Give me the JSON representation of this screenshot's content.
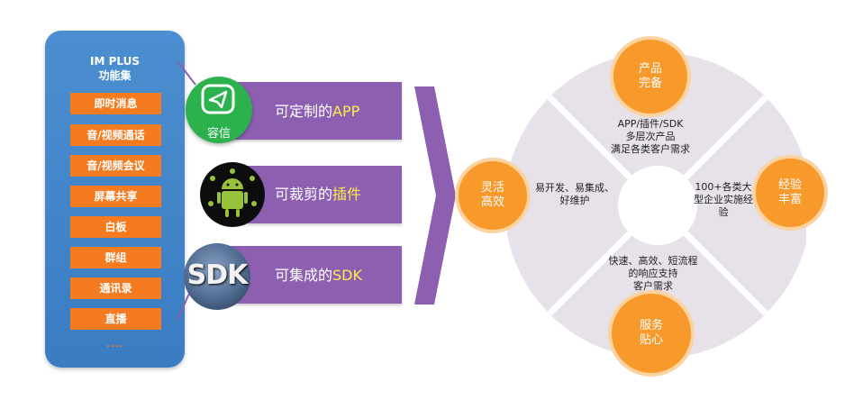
{
  "panel": {
    "title_line1": "IM PLUS",
    "title_line2": "功能集",
    "features": [
      "即时消息",
      "音/视频通话",
      "音/视频会议",
      "屏幕共享",
      "白板",
      "群组",
      "通讯录",
      "直播"
    ],
    "ellipsis": "...."
  },
  "bars": [
    {
      "prefix": "可定制的",
      "highlight": "APP"
    },
    {
      "prefix": "可裁剪的",
      "highlight": "插件"
    },
    {
      "prefix": "可集成的",
      "highlight": "SDK"
    }
  ],
  "badges": {
    "app_caption": "容信",
    "sdk_text": "SDK",
    "icons": [
      "paper-plane-icon",
      "android-icon",
      "sdk-icon"
    ]
  },
  "wheel": {
    "top_circle": {
      "line1": "产品",
      "line2": "完备"
    },
    "right_circle": {
      "line1": "经验",
      "line2": "丰富"
    },
    "bottom_circle": {
      "line1": "服务",
      "line2": "贴心"
    },
    "left_circle": {
      "line1": "灵活",
      "line2": "高效"
    },
    "top_text": {
      "line1": "APP/插件/SDK",
      "line2": "多层次产品",
      "line3": "满足各类客户需求"
    },
    "right_text": {
      "line1": "100+各类大",
      "line2": "型企业实施经",
      "line3": "验"
    },
    "bottom_text": {
      "line1": "快速、高效、短流程",
      "line2": "的响应支持",
      "line3": "客户需求"
    },
    "left_text": {
      "line1": "易开发、易集成、",
      "line2": "好维护"
    }
  },
  "colors": {
    "panel_blue": "#3f82c6",
    "feature_orange": "#f47b20",
    "bar_purple": "#8c5fb1",
    "highlight_yellow": "#ffec4a",
    "circle_orange": "#f79a2b",
    "wheel_gray": "#e7e2ea"
  }
}
